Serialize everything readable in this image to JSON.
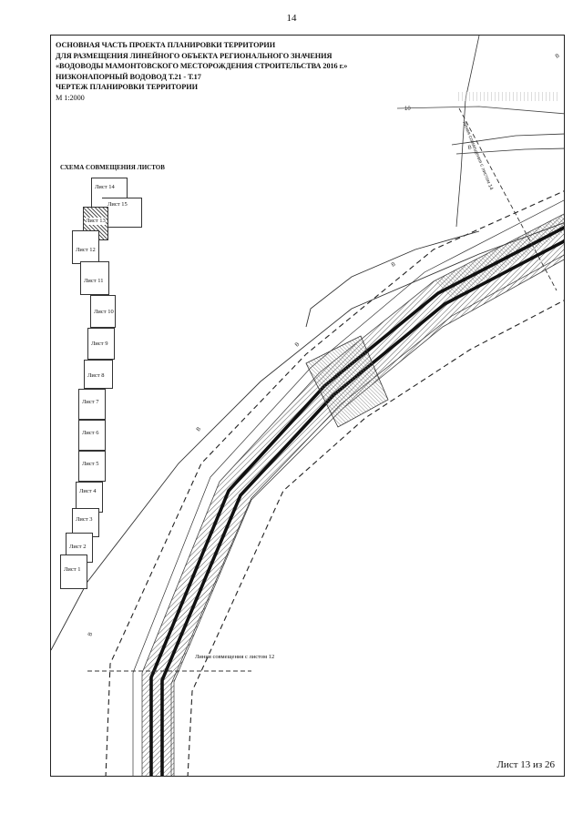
{
  "page_number": "14",
  "title_block": {
    "line1": "ОСНОВНАЯ ЧАСТЬ ПРОЕКТА ПЛАНИРОВКИ ТЕРРИТОРИИ",
    "line2": "ДЛЯ РАЗМЕЩЕНИЯ ЛИНЕЙНОГО ОБЪЕКТА РЕГИОНАЛЬНОГО ЗНАЧЕНИЯ",
    "line3": "«ВОДОВОДЫ МАМОНТОВСКОГО МЕСТОРОЖДЕНИЯ СТРОИТЕЛЬСТВА 2016 г.»",
    "line4": "НИЗКОНАПОРНЫЙ ВОДОВОД Т.21 - Т.17",
    "line5": "ЧЕРТЕЖ ПЛАНИРОВКИ ТЕРРИТОРИИ",
    "scale": "М 1:2000"
  },
  "scheme": {
    "title": "СХЕМА СОВМЕЩЕНИЯ ЛИСТОВ",
    "sheets": [
      {
        "label": "Лист 14"
      },
      {
        "label": "Лист 15"
      },
      {
        "label": "Лист 13",
        "active": true
      },
      {
        "label": "Лист 12"
      },
      {
        "label": "Лист 11"
      },
      {
        "label": "Лист 10"
      },
      {
        "label": "Лист 9"
      },
      {
        "label": "Лист 8"
      },
      {
        "label": "Лист 7"
      },
      {
        "label": "Лист 6"
      },
      {
        "label": "Лист 5"
      },
      {
        "label": "Лист 4"
      },
      {
        "label": "Лист 3"
      },
      {
        "label": "Лист 2"
      },
      {
        "label": "Лист 1"
      }
    ]
  },
  "map": {
    "contour_letter": "В",
    "contour_value": "10",
    "join_line_top": "линия совмещения с листом 14",
    "join_line_bottom": "Линия совмещения с листом 12"
  },
  "sheet_counter": "Лист 13 из 26",
  "colors": {
    "line": "#111111",
    "hatch": "#555555",
    "frame": "#222222"
  }
}
